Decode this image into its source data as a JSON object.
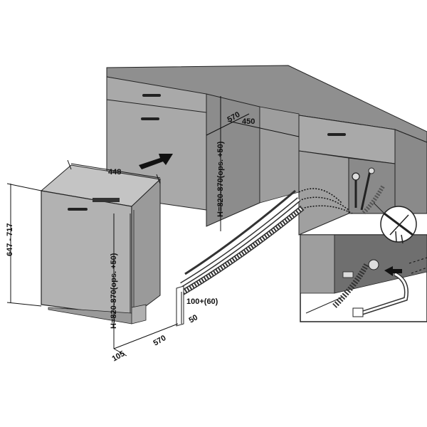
{
  "dimensions": {
    "cabinet_depth": "570",
    "cabinet_width": "450",
    "cabinet_height": "H=820-870(ops. +50)",
    "appliance_width": "448",
    "appliance_height": "647 - 717",
    "appliance_total_height": "H=820-870(ops. +50)",
    "plinth_height": "100+(60)",
    "plinth_depth": "50",
    "base_depth": "570",
    "door_offset": "105"
  },
  "icons": {
    "insert_arrow": "right-arrow-icon",
    "tap": "water-tap-icon",
    "connector_arrow": "left-arrow-icon"
  },
  "colors": {
    "countertop": "#8f8f8f",
    "cabinet": "#a9a9a9",
    "cabinet_dark": "#8c8c8c",
    "appliance": "#b2b2b2",
    "line": "#111111"
  }
}
